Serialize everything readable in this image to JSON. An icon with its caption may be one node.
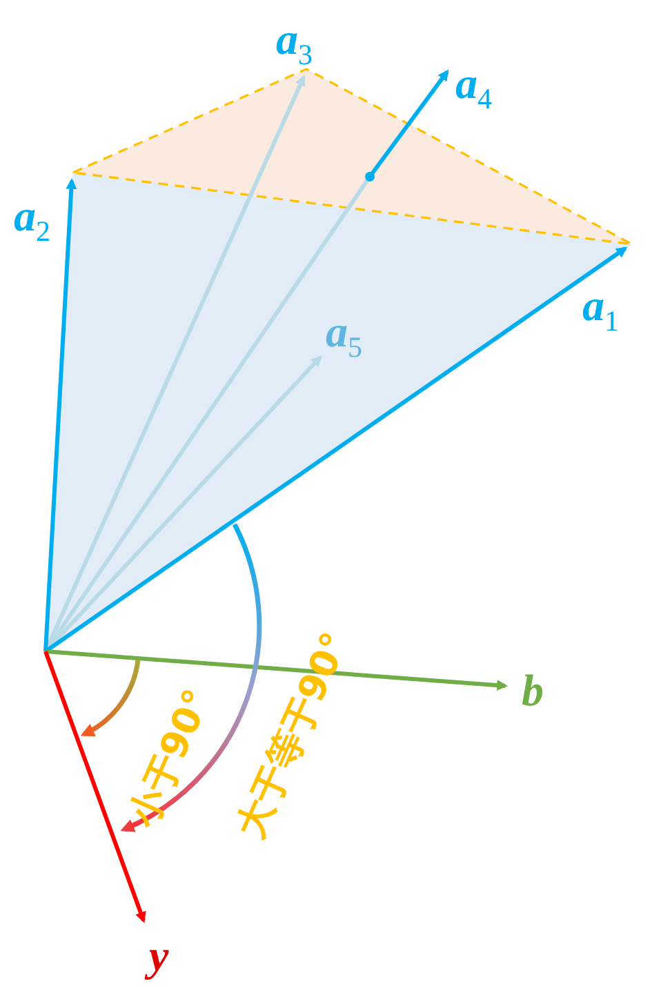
{
  "diagram": {
    "labels": [
      "*a*$_{3}$",
      "*a*$_{4}$",
      "*a*$_{2}$",
      "*a*$_{1}$",
      "*a*$_{5}$",
      "*b*",
      "小于90°",
      "大于等于90°",
      "*y*"
    ]
  }
}
